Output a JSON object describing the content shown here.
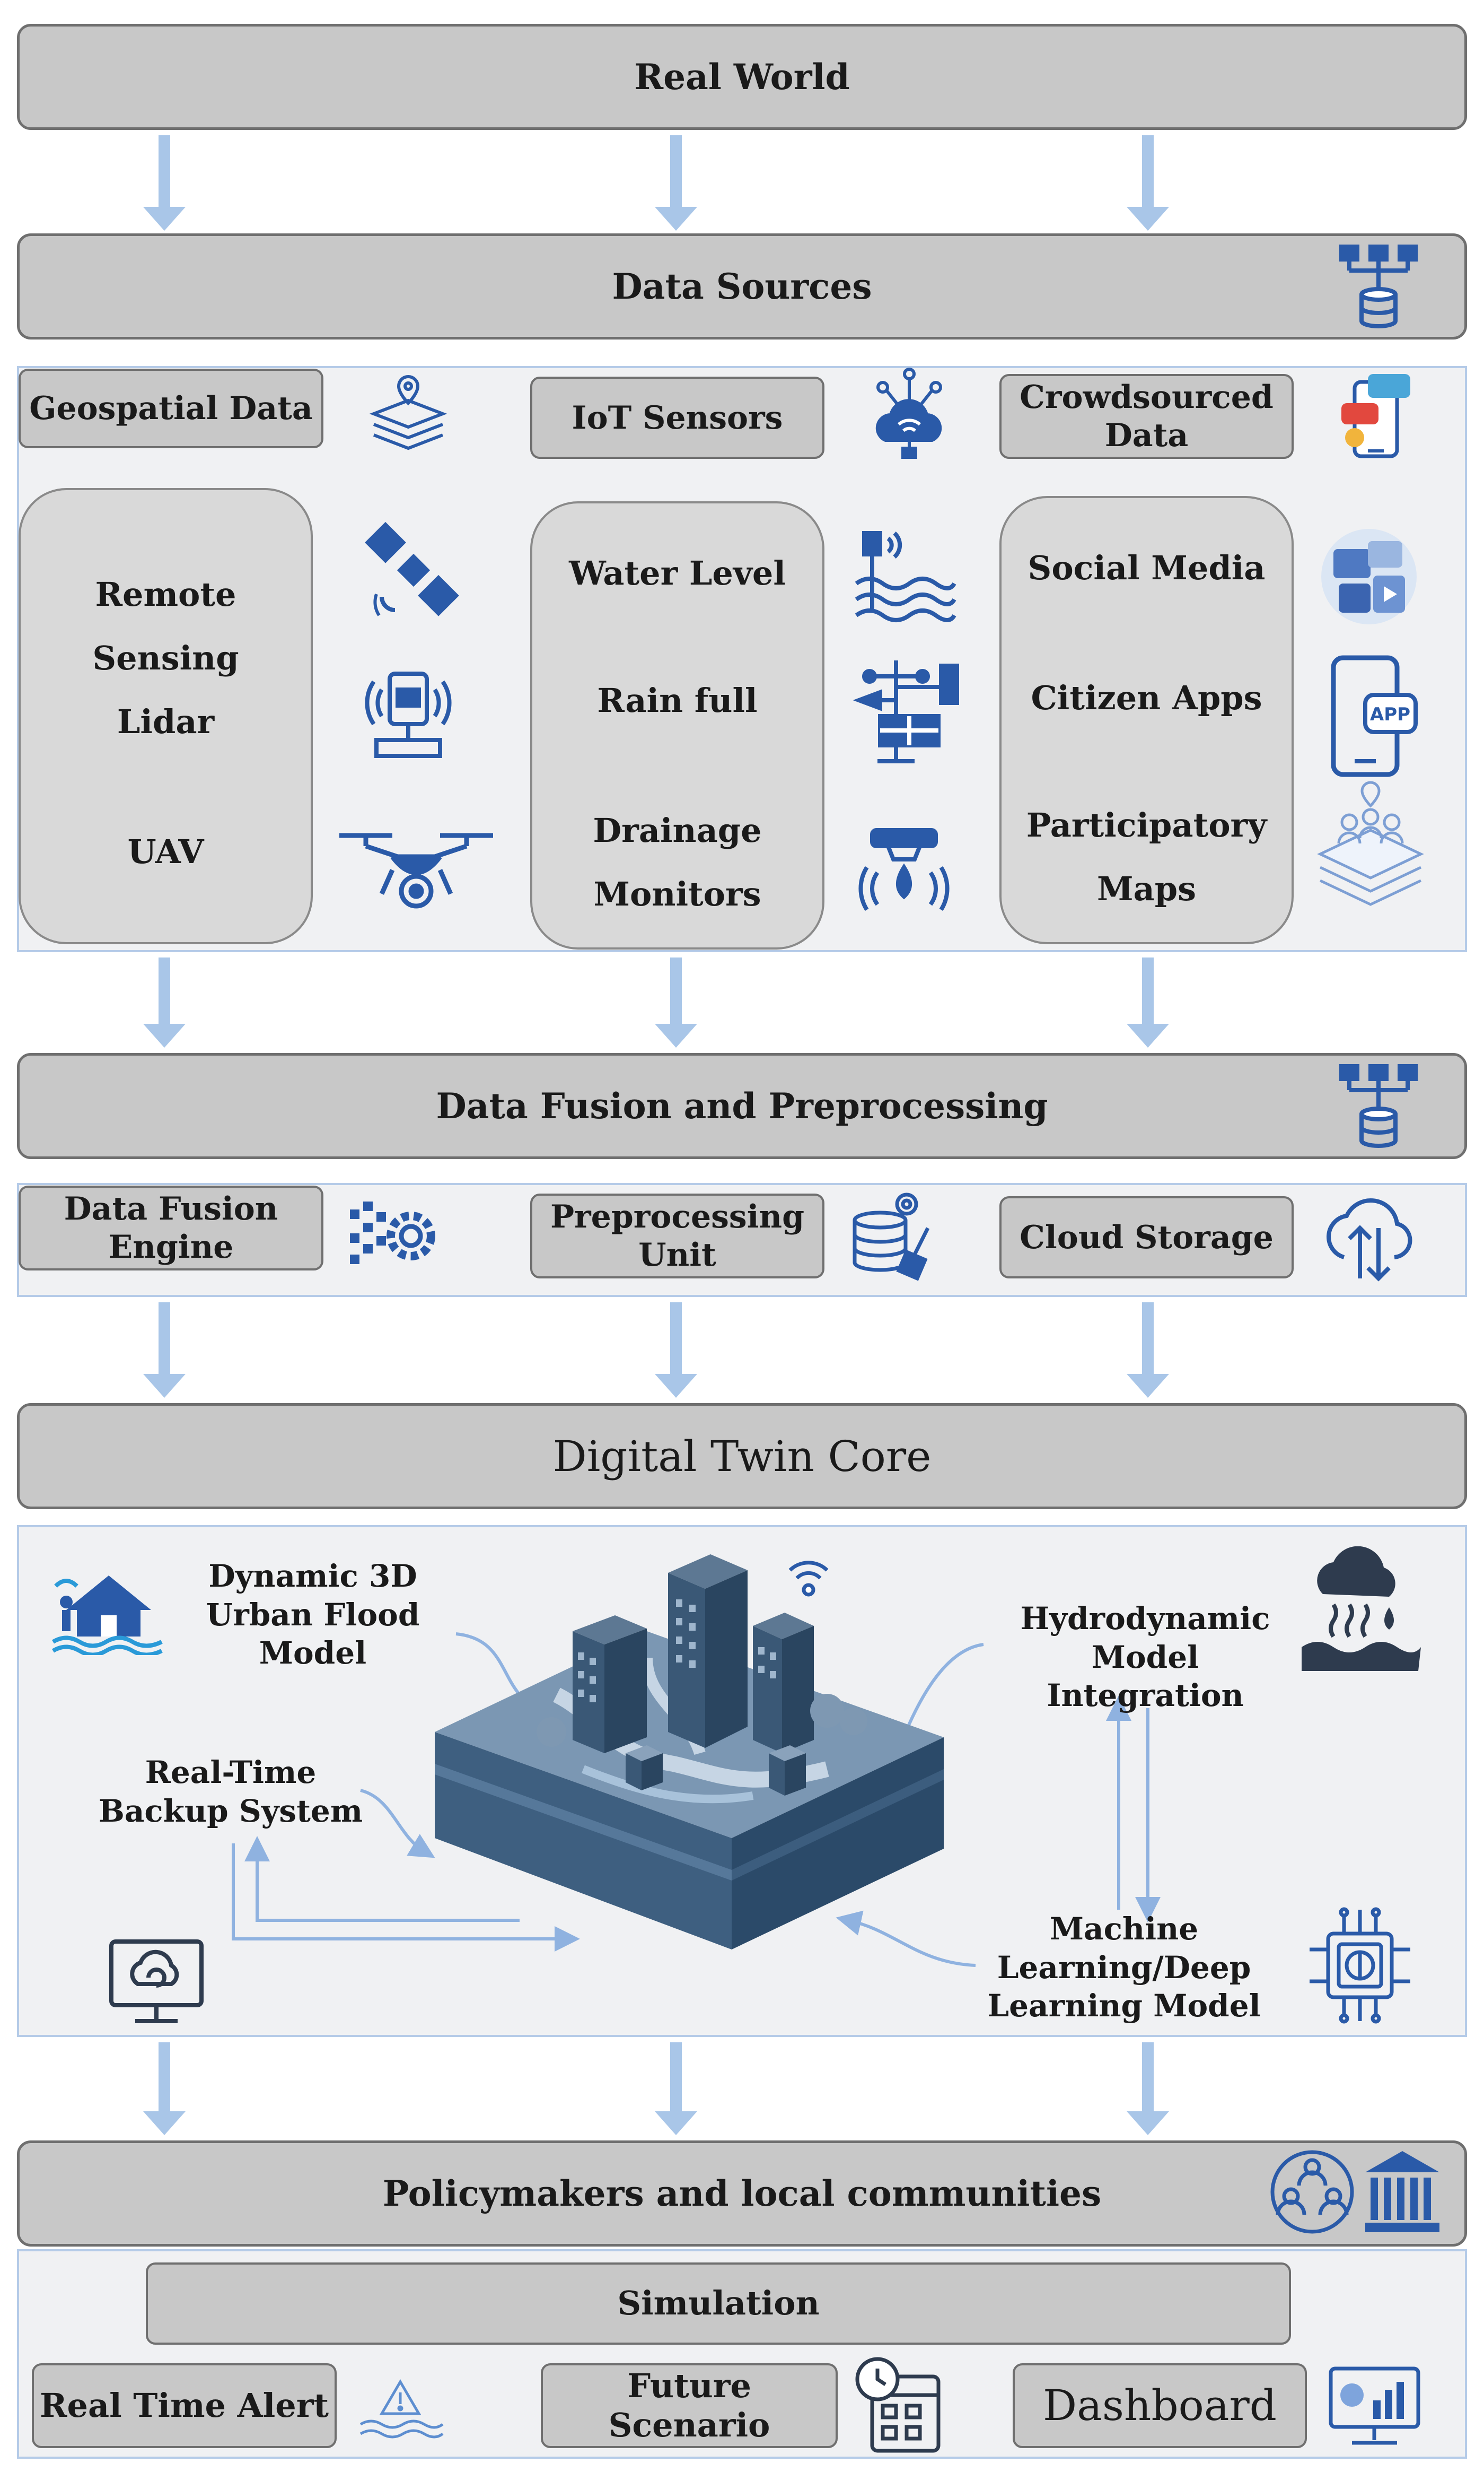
{
  "layers": {
    "real_world": "Real World",
    "data_sources": "Data Sources",
    "data_fusion": "Data Fusion and Preprocessing",
    "digital_twin_core": "Digital Twin Core",
    "policymakers": "Policymakers and local communities"
  },
  "sources": {
    "geospatial": {
      "title": "Geospatial Data",
      "items": [
        "Remote",
        "Sensing",
        "Lidar",
        "UAV"
      ]
    },
    "iot": {
      "title": "IoT Sensors",
      "items": [
        "Water Level",
        "Rain full",
        "Drainage",
        "Monitors"
      ]
    },
    "crowd": {
      "title_line1": "Crowdsourced",
      "title_line2": "Data",
      "items": [
        "Social Media",
        "Citizen Apps",
        "Participatory",
        "Maps"
      ]
    }
  },
  "fusion": {
    "engine_line1": "Data Fusion",
    "engine_line2": "Engine",
    "preprocessing_line1": "Preprocessing",
    "preprocessing_line2": "Unit",
    "cloud": "Cloud Storage"
  },
  "core": {
    "flood_model": [
      "Dynamic 3D",
      "Urban Flood",
      "Model"
    ],
    "backup": [
      "Real-Time",
      "Backup System"
    ],
    "hydro": [
      "Hydrodynamic",
      "Model Integration"
    ],
    "ml": [
      "Machine",
      "Learning/Deep",
      "Learning Model"
    ]
  },
  "outputs": {
    "simulation": "Simulation",
    "alert": "Real Time Alert",
    "future": "Future Scenario",
    "dashboard": "Dashboard"
  },
  "colors": {
    "icon_blue": "#2a5aa8",
    "arrow_blue": "#a9c6e8",
    "box_gray": "#c8c8c8",
    "panel_bg": "#f0f1f3"
  }
}
